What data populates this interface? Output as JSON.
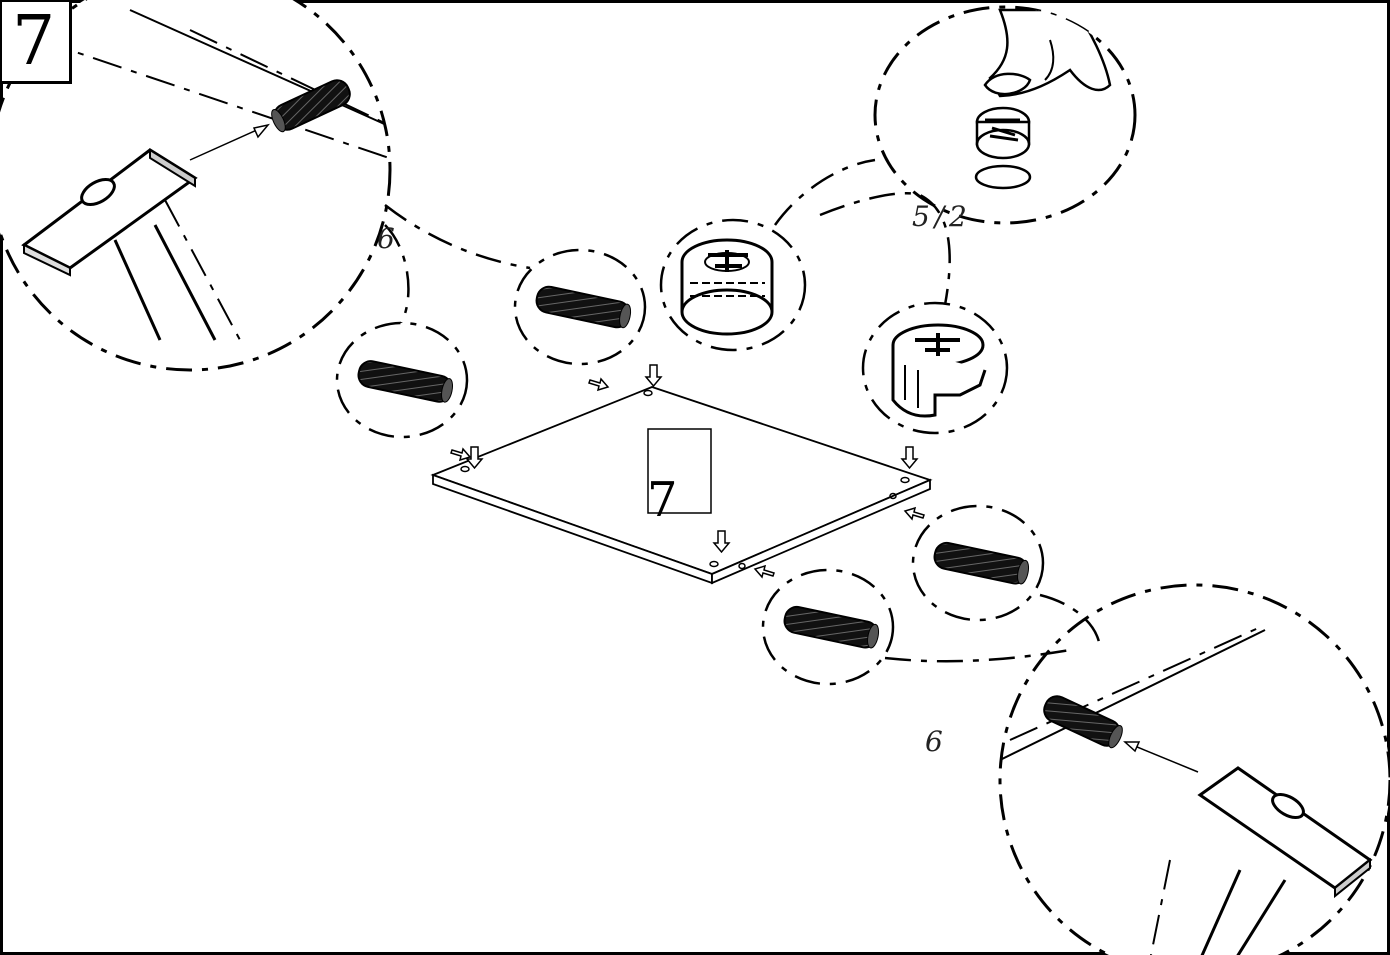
{
  "step": {
    "number": "7"
  },
  "panel": {
    "label": "7"
  },
  "callouts": {
    "dowel_qty_top": "6",
    "dowel_qty_bottom": "6",
    "cam_qty": "5 / 2"
  },
  "colors": {
    "ink": "#000000",
    "paper": "#ffffff"
  },
  "icons": [
    "hammer-icon",
    "dowel-icon",
    "cam-lock-icon",
    "finger-icon",
    "arrow-icon"
  ]
}
